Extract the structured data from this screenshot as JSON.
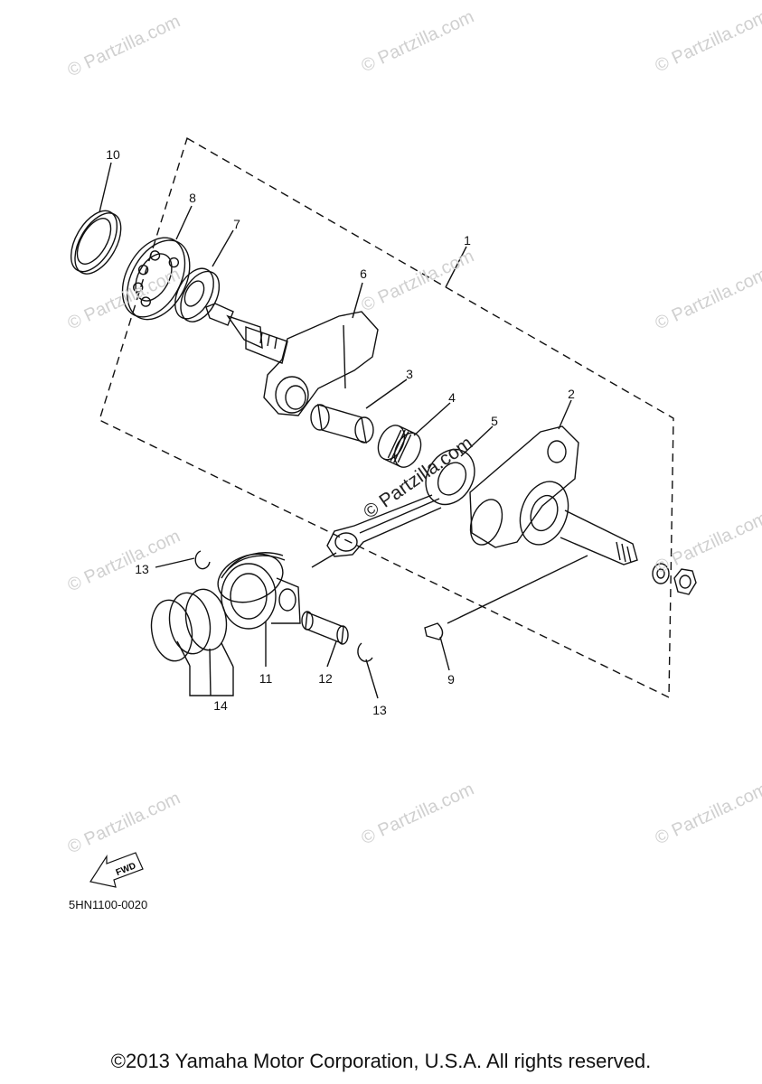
{
  "watermark_text": "© Partzilla.com",
  "center_watermark": "© Partzilla.com",
  "fwd_label": "FWD",
  "part_code": "5HN1100-0020",
  "copyright": "©2013 Yamaha Motor Corporation, U.S.A. All rights reserved.",
  "callouts": {
    "c1": "1",
    "c2": "2",
    "c3": "3",
    "c4": "4",
    "c5": "5",
    "c6": "6",
    "c7": "7",
    "c8": "8",
    "c9": "9",
    "c10": "10",
    "c11": "11",
    "c12": "12",
    "c13a": "13",
    "c13b": "13",
    "c14": "14"
  },
  "colors": {
    "line": "#111111",
    "watermark": "#d0d0d0"
  }
}
